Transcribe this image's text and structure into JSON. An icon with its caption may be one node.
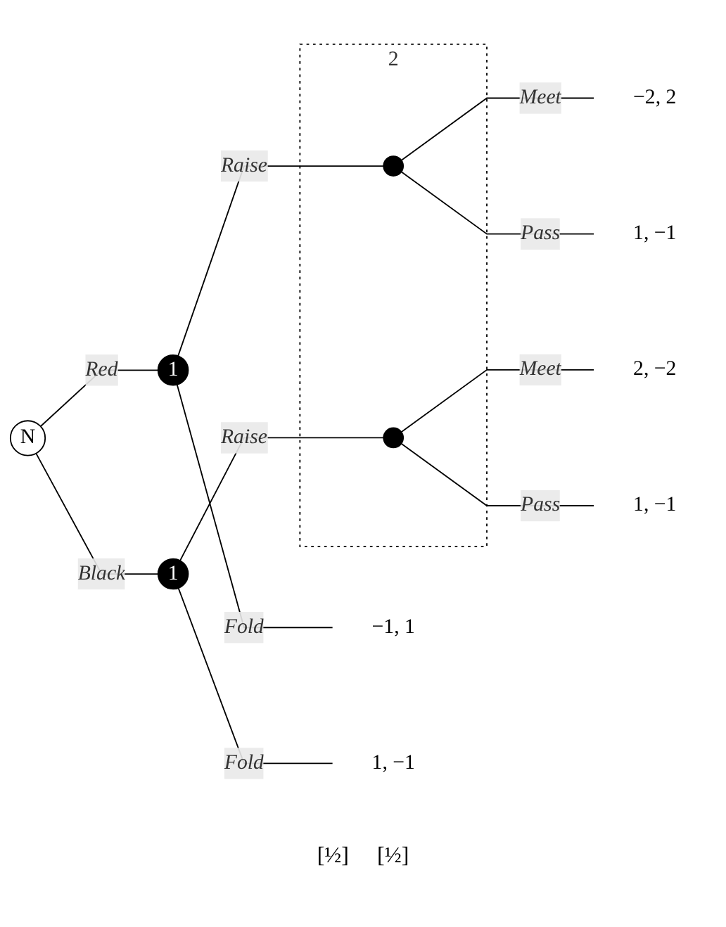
{
  "diagram": {
    "nodes": [
      {
        "text": [
          "N"
        ]
      },
      {
        "text": [
          "1"
        ]
      },
      {
        "text": [
          "1"
        ]
      },
      {
        "text": [
          "2"
        ]
      },
      {
        "text": [],
        "shape": "circle",
        "in": 3
      },
      {
        "text": [],
        "shape": "circle",
        "in": 3
      },
      {
        "text": [
          "−1, 1"
        ]
      },
      {
        "text": [
          "−2, 2"
        ]
      },
      {
        "text": [
          "1, −1"
        ]
      },
      {
        "text": [
          "2, −2"
        ]
      },
      {
        "text": [
          "1, −1"
        ]
      },
      {
        "text": [
          "1, −1"
        ]
      }
    ],
    "edges": [
      {
        "from": 0,
        "to": 1,
        "arrow": "none",
        "label": "Red"
      },
      {
        "from": 0,
        "to": 2,
        "arrow": "none",
        "label": "Black"
      },
      {
        "from": 1,
        "to": 4,
        "arrow": "none",
        "label": "Raise"
      },
      {
        "from": 1,
        "to": 6,
        "arrow": "none",
        "label": "Fold"
      },
      {
        "from": 2,
        "to": 5,
        "arrow": "none",
        "label": "Raise"
      },
      {
        "from": 2,
        "to": 11,
        "arrow": "none",
        "label": "Fold"
      },
      {
        "from": 4,
        "to": 7,
        "arrow": "none",
        "label": "Meet"
      },
      {
        "from": 4,
        "to": 8,
        "arrow": "none",
        "label": "Pass"
      },
      {
        "from": 5,
        "to": 9,
        "arrow": "none",
        "label": "Meet"
      },
      {
        "from": 5,
        "to": 10,
        "arrow": "none",
        "label": "Pass"
      }
    ],
    "labels": [
      "[½]",
      "[½]"
    ]
  }
}
